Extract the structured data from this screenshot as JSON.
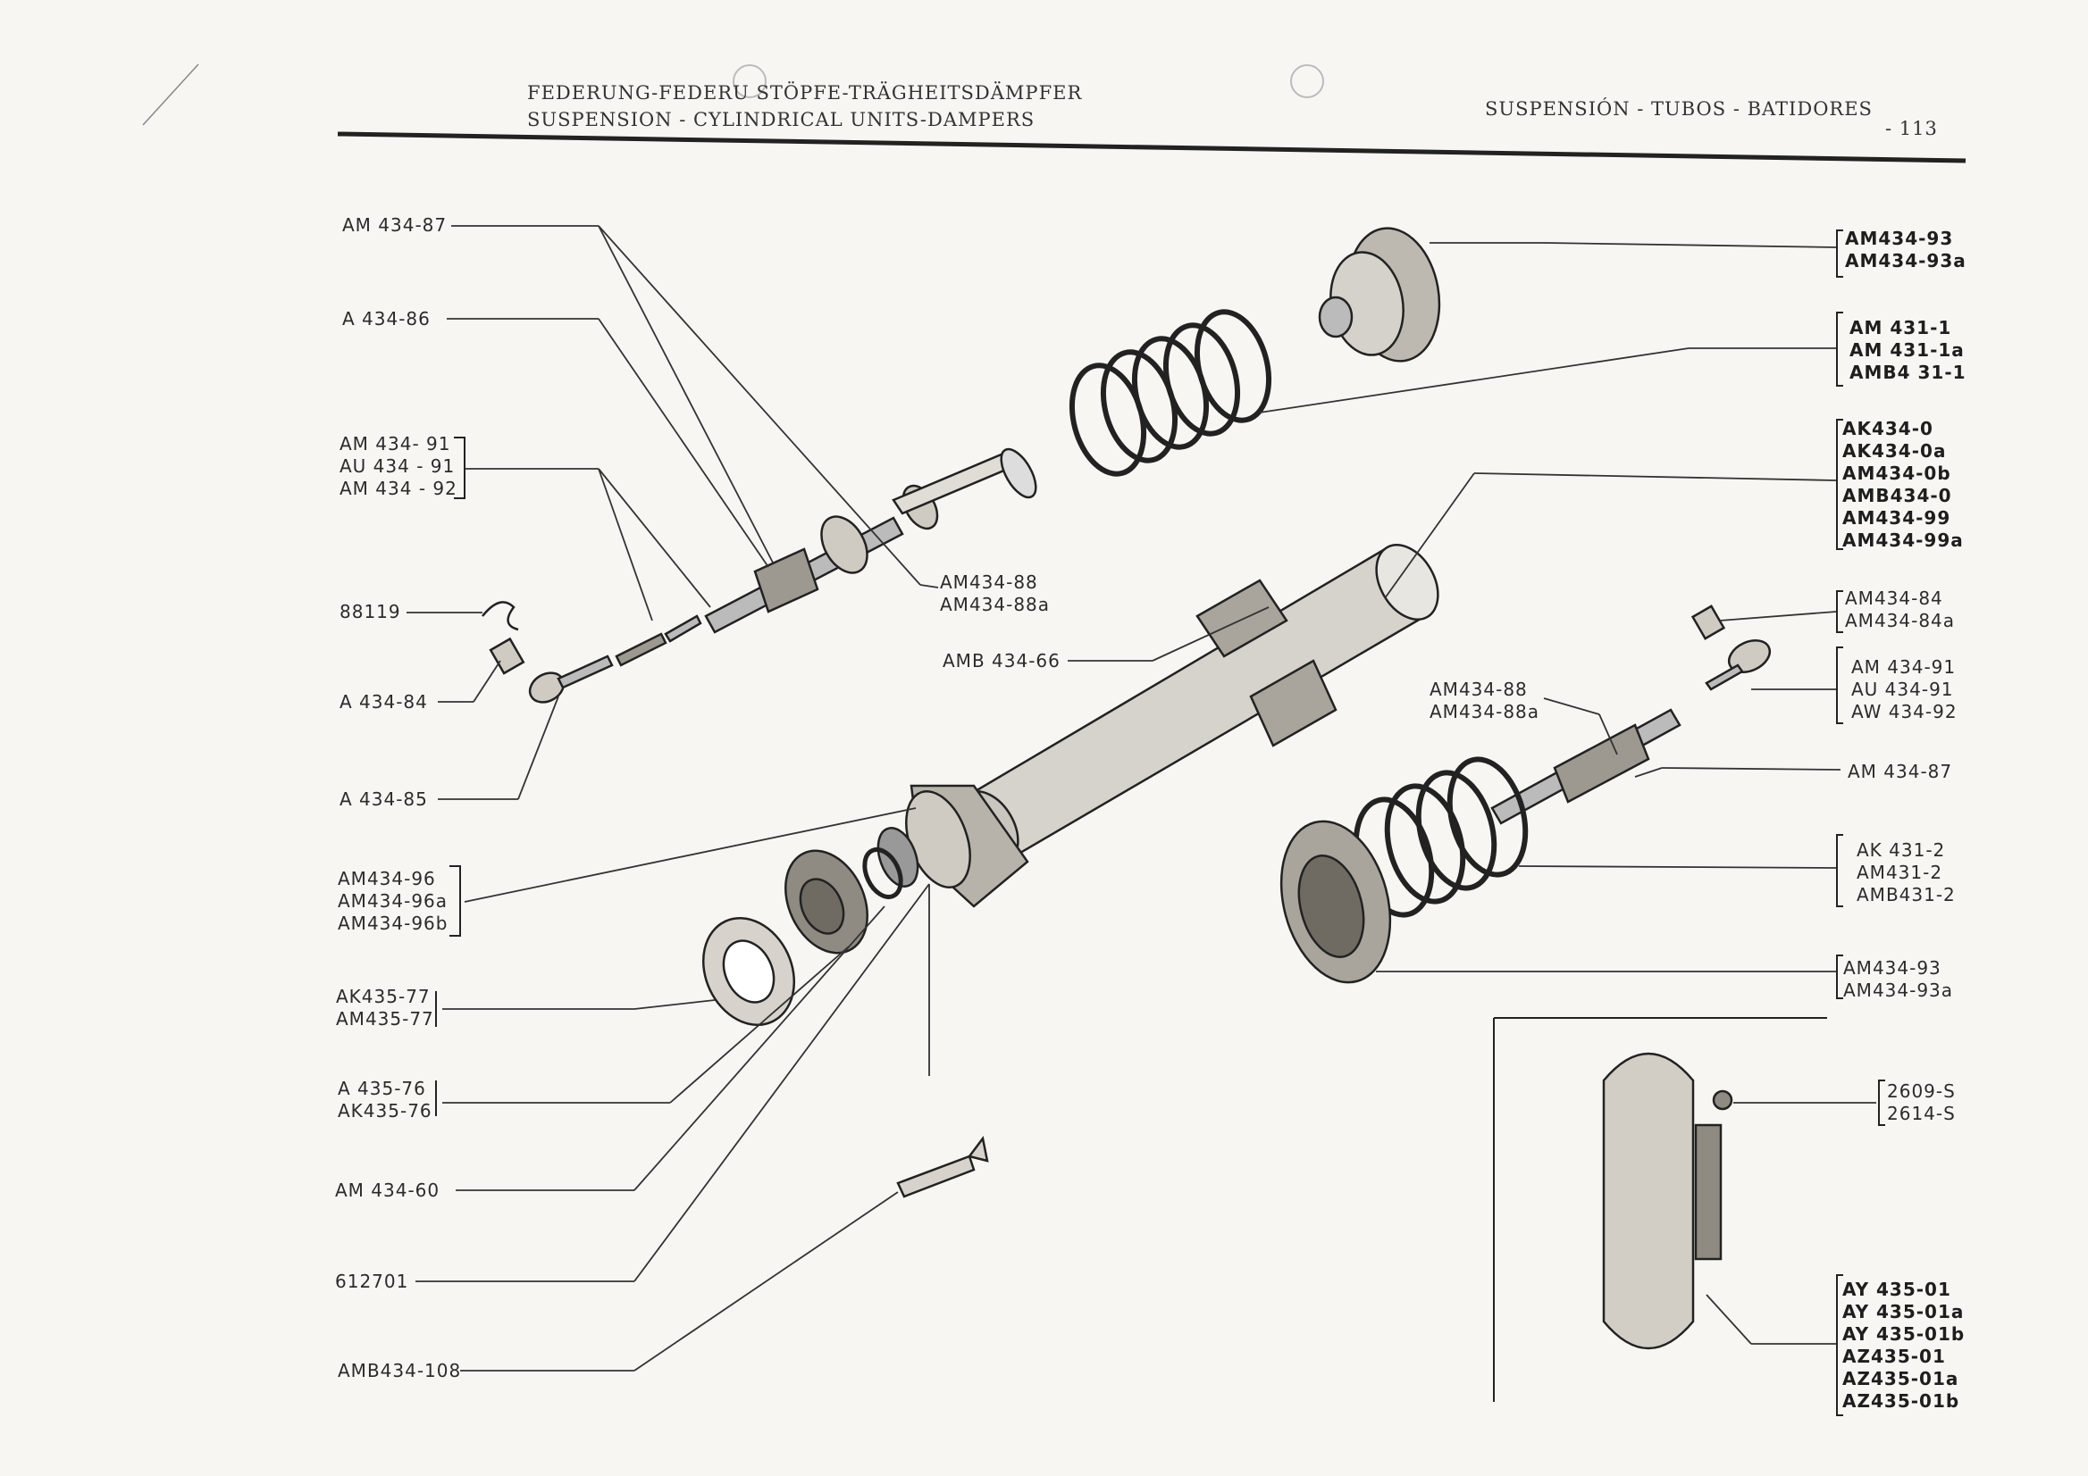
{
  "header": {
    "title_de": "FEDERUNG-FEDERU  STÖPFE-TRÄGHEITSDÄMPFER",
    "title_en": "SUSPENSION - CYLINDRICAL UNITS-DAMPERS",
    "title_es": "SUSPENSIÓN - TUBOS - BATIDORES",
    "page_number": "- 113"
  },
  "left_labels": {
    "l1": "AM 434-87",
    "l2": "A 434-86",
    "l3": [
      "AM 434- 91",
      "AU 434 - 91",
      "AM 434 - 92"
    ],
    "l4": "88119",
    "l5": "A 434-84",
    "l6": "A 434-85",
    "l7": [
      "AM434-96",
      "AM434-96a",
      "AM434-96b"
    ],
    "l8": [
      "AK435-77",
      "AM435-77"
    ],
    "l9": [
      "A 435-76",
      "AK435-76"
    ],
    "l10": "AM 434-60",
    "l11": "612701",
    "l12": "AMB434-108"
  },
  "center_labels": {
    "c1": [
      "AM434-88",
      "AM434-88a"
    ],
    "c2": "AMB 434-66",
    "c3": [
      "AM434-88",
      "AM434-88a"
    ]
  },
  "right_labels": {
    "r1": [
      "AM434-93",
      "AM434-93a"
    ],
    "r2": [
      "AM 431-1",
      "AM 431-1a",
      "AMB4 31-1"
    ],
    "r3": [
      "AK434-0",
      "AK434-0a",
      "AM434-0b",
      "AMB434-0",
      "AM434-99",
      "AM434-99a"
    ],
    "r4": [
      "AM434-84",
      "AM434-84a"
    ],
    "r5": [
      "AM 434-91",
      "AU 434-91",
      "AW 434-92"
    ],
    "r6": "AM 434-87",
    "r7": [
      "AK 431-2",
      "AM431-2",
      "AMB431-2"
    ],
    "r8": [
      "AM434-93",
      "AM434-93a"
    ],
    "r9": [
      "2609-S",
      "2614-S"
    ],
    "r10": [
      "AY 435-01",
      "AY 435-01a",
      "AY 435-01b",
      "AZ435-01",
      "AZ435-01a",
      "AZ435-01b"
    ]
  },
  "colors": {
    "ink": "#2a2a2a",
    "paper": "#f7f6f2"
  }
}
